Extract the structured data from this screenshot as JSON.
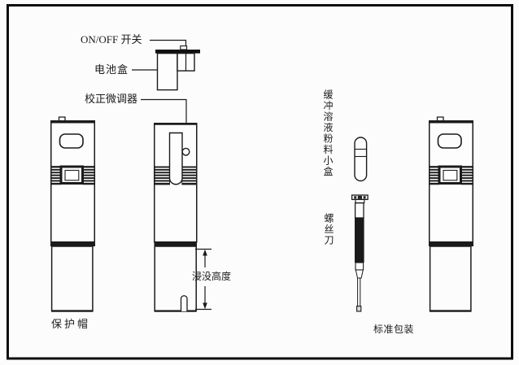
{
  "figure": {
    "description_labels": {
      "on_off_switch": "ON/OFF 开关",
      "battery_box": "电池盒",
      "calibration_trimmer": "校正微调器",
      "protective_cap": "保护帽",
      "immersion_height": "浸没高度",
      "buffer_powder_box": "缓冲溶液粉料小盒",
      "screwdriver": "螺丝刀",
      "standard_package": "标准包装"
    },
    "colors": {
      "ink": "#1b1b1b",
      "paper": "#fcfcfc",
      "border": "#0e0e0e"
    }
  }
}
